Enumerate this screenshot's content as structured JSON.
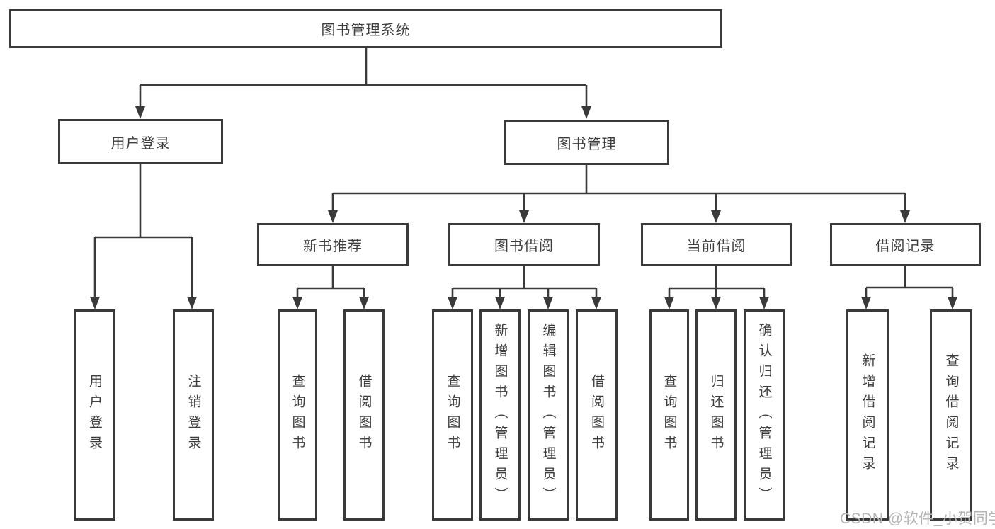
{
  "tree": {
    "root": "图书管理系统",
    "branches": [
      {
        "label": "用户登录",
        "children": [
          {
            "label": "用户登录"
          },
          {
            "label": "注销登录"
          }
        ]
      },
      {
        "label": "图书管理",
        "sections": [
          {
            "label": "新书推荐",
            "children": [
              {
                "label": "查询图书"
              },
              {
                "label": "借阅图书"
              }
            ]
          },
          {
            "label": "图书借阅",
            "children": [
              {
                "label": "查询图书"
              },
              {
                "label": "新增图书（管理员）"
              },
              {
                "label": "编辑图书（管理员）"
              },
              {
                "label": "借阅图书"
              }
            ]
          },
          {
            "label": "当前借阅",
            "children": [
              {
                "label": "查询图书"
              },
              {
                "label": "归还图书"
              },
              {
                "label": "确认归还（管理员）"
              }
            ]
          },
          {
            "label": "借阅记录",
            "children": [
              {
                "label": "新增借阅记录"
              },
              {
                "label": "查询借阅记录"
              }
            ]
          }
        ]
      }
    ]
  },
  "watermark": "CSDN @软件_小贺同学",
  "colors": {
    "line": "#3a3a3a",
    "text": "#3d3d3d",
    "watermark": "#b5b5b5",
    "background": "#ffffff"
  }
}
